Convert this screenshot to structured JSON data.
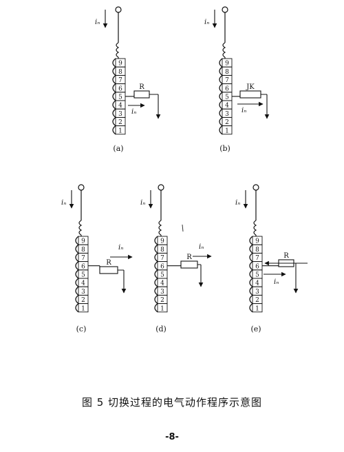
{
  "diagrams": [
    {
      "id": "a",
      "label": "(a)",
      "current_label": "iₙ",
      "resistor_label": "R",
      "tap_labels": [
        "9",
        "8",
        "7",
        "6",
        "5",
        "4",
        "3",
        "2",
        "1"
      ],
      "lower_current_label": "iₙ"
    },
    {
      "id": "b",
      "label": "(b)",
      "current_label": "iₙ",
      "resistor_label": "JK",
      "tap_labels": [
        "9",
        "8",
        "7",
        "6",
        "5",
        "4",
        "3",
        "2",
        "1"
      ],
      "lower_current_label": "iₙ"
    },
    {
      "id": "c",
      "label": "(c)",
      "current_label": "iₙ",
      "resistor_label": "R",
      "tap_labels": [
        "9",
        "8",
        "7",
        "6",
        "5",
        "4",
        "3",
        "2",
        "1"
      ],
      "side_current_label": "iₙ"
    },
    {
      "id": "d",
      "label": "(d)",
      "current_label": "iₙ",
      "resistor_label": "R",
      "tap_labels": [
        "9",
        "8",
        "7",
        "6",
        "5",
        "4",
        "3",
        "2",
        "1"
      ],
      "side_current_label": "iₙ"
    },
    {
      "id": "e",
      "label": "(e)",
      "current_label": "iₙ",
      "resistor_label": "R",
      "tap_labels": [
        "9",
        "8",
        "7",
        "6",
        "5",
        "4",
        "3",
        "2",
        "1"
      ],
      "lower_current_label": "iₙ"
    }
  ],
  "caption": "图 5 切换过程的电气动作程序示意图",
  "page_number": "-8-"
}
